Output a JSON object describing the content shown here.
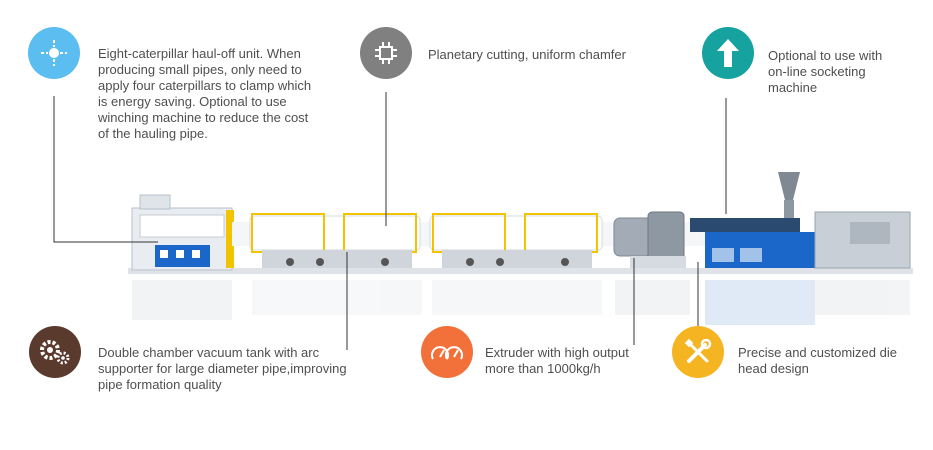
{
  "colors": {
    "haul_off_icon": "#5bbdf0",
    "cutter_icon": "#808080",
    "socketing_icon": "#16a3a0",
    "vacuum_icon": "#5a3a2c",
    "extruder_icon": "#f2703a",
    "die_head_icon": "#f5b523",
    "leader_line": "#333333",
    "machine_blue": "#1a66c9",
    "tank_frame": "#f2c400"
  },
  "features": {
    "haul_off": {
      "icon": "crosshair-icon",
      "text": "Eight-caterpillar haul-off unit. When\nproducing small pipes, only need to\napply four caterpillars to clamp which\nis energy saving. Optional to use\nwinching machine to reduce the cost\nof the hauling pipe."
    },
    "cutter": {
      "icon": "chip-icon",
      "text": "Planetary cutting, uniform chamfer"
    },
    "socketing": {
      "icon": "arrow-up-icon",
      "text": "Optional to use with\non-line socketing\nmachine"
    },
    "vacuum_tank": {
      "icon": "gears-icon",
      "text": "Double chamber vacuum tank with arc\nsupporter for large diameter pipe,improving\npipe formation quality"
    },
    "extruder": {
      "icon": "speedometer-icon",
      "text": "Extruder with high output\nmore than 1000kg/h"
    },
    "die_head": {
      "icon": "tools-icon",
      "text": "Precise and customized die\nhead design"
    }
  }
}
